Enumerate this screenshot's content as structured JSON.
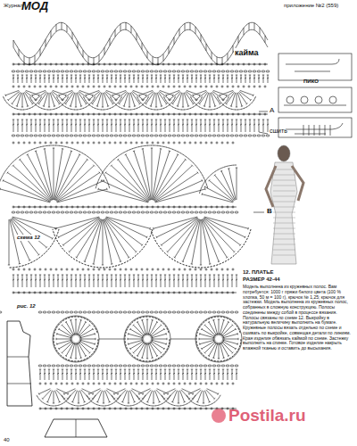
{
  "diagram": {
    "labels": [
      "Журнал",
      "МОД",
      "приложение №2 (559)",
      "кайма",
      "ПИКО",
      "А",
      "сшить",
      "В",
      "схема 12",
      "рис. 12",
      "12. ПЛАТЬЕ",
      "РАЗМЕР 42-44",
      "Модель выполнена из кружевных полос. Вам потребуется: 1000 г пряжи белого цвета (100 % хлопка, 50 м = 100 г), крючок № 1,25; крючок для застежки. Модель выполнена из кружевных полос, собранных в сложную конструкцию. Полосы соединены между собой в процессе вязания. Полосы связаны по схеме 12. Выкройку в натуральную величину выполнить на бумаге. Кружевные полосы вязать отдельно по схеме и сшивать по выкройке, совмещая детали по линиям. Края изделия обвязать каймой по схеме. Застежку выполнить на спинке. Готовое изделие накрыть влажной тканью и оставить до высыхания.",
      "40",
      "Postila.ru"
    ]
  }
}
